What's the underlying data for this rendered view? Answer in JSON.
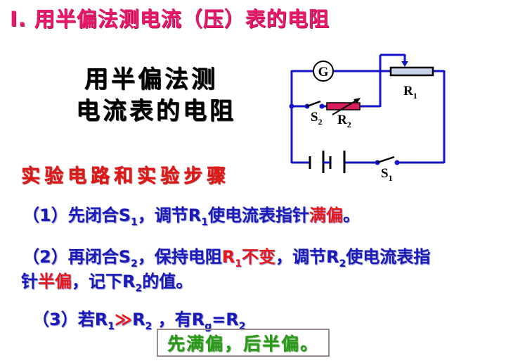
{
  "colors": {
    "title": "#e8186a",
    "subtitle": "#000000",
    "section_heading": "#e01818",
    "step_text": "#1a1ab8",
    "highlight_red": "#e81818",
    "note_green": "#2a9a1a",
    "note_border": "#9a8a88",
    "wire": "#1414c8",
    "r2_fill": "#d81e5b",
    "r1_fill": "#c8d4ea"
  },
  "title": "I. 用半偏法测电流（压）表的电阻",
  "subtitle": {
    "line1": "用半偏法测",
    "line2": "电流表的电阻"
  },
  "circuit": {
    "galvanometer_label": "G",
    "r1_label": "R",
    "r1_sub": "1",
    "r2_label": "R",
    "r2_sub": "2",
    "s1_label": "S",
    "s1_sub": "1",
    "s2_label": "S",
    "s2_sub": "2"
  },
  "section_heading": "实验电路和实验步骤",
  "steps": {
    "step1": {
      "prefix": "（1）先闭合S",
      "s_sub": "1",
      "mid": "，调节R",
      "r_sub": "1",
      "rest": "使电流表指针",
      "highlight": "满偏",
      "end": "。"
    },
    "step2": {
      "prefix": "（2）再闭合S",
      "s_sub": "2",
      "mid": "，保持电阻",
      "highlight1_R": "R",
      "highlight1_sub": "1",
      "highlight1_rest": "不变",
      "mid2": "，调节R",
      "r2_sub": "2",
      "rest": "使电流表指",
      "line2_start": "针",
      "highlight2": "半偏",
      "line2_mid": "，记下R",
      "line2_sub": "2",
      "line2_end": "的值。"
    },
    "step3": {
      "prefix": "（3）若R",
      "r1_sub": "1",
      "op": "≫",
      "r2": "R",
      "r2_sub": "2",
      "mid": " ，有R",
      "rg_sub": "g",
      "eq": "=R",
      "eq_sub": "2"
    }
  },
  "note": "先满偏，后半偏。"
}
